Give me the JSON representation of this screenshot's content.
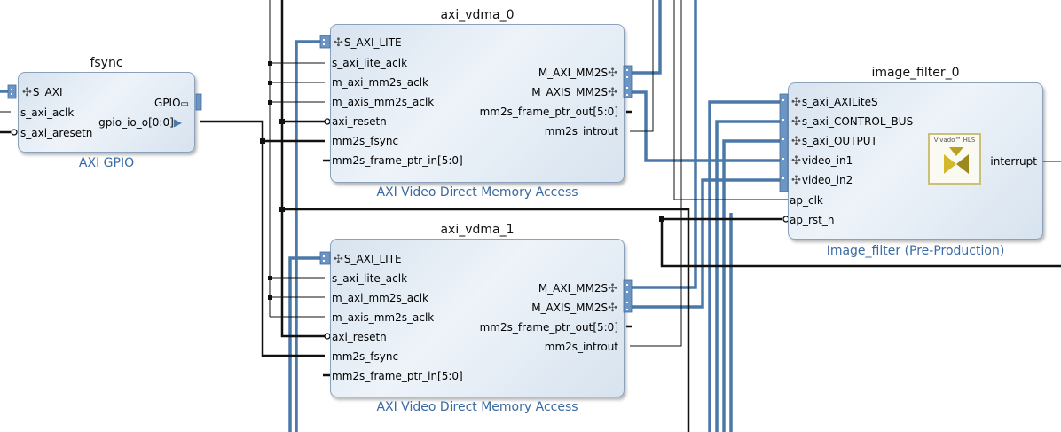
{
  "blocks": {
    "fsync": {
      "title": "fsync",
      "subtitle": "AXI GPIO",
      "pins_in": [
        "S_AXI",
        "s_axi_aclk",
        "s_axi_aresetn"
      ],
      "pins_out": [
        "GPIO",
        "gpio_io_o[0:0]"
      ]
    },
    "vdma0": {
      "title": "axi_vdma_0",
      "subtitle": "AXI Video Direct Memory Access",
      "pins_in": [
        "S_AXI_LITE",
        "s_axi_lite_aclk",
        "m_axi_mm2s_aclk",
        "m_axis_mm2s_aclk",
        "axi_resetn",
        "mm2s_fsync",
        "mm2s_frame_ptr_in[5:0]"
      ],
      "pins_out": [
        "M_AXI_MM2S",
        "M_AXIS_MM2S",
        "mm2s_frame_ptr_out[5:0]",
        "mm2s_introut"
      ]
    },
    "vdma1": {
      "title": "axi_vdma_1",
      "subtitle": "AXI Video Direct Memory Access",
      "pins_in": [
        "S_AXI_LITE",
        "s_axi_lite_aclk",
        "m_axi_mm2s_aclk",
        "m_axis_mm2s_aclk",
        "axi_resetn",
        "mm2s_fsync",
        "mm2s_frame_ptr_in[5:0]"
      ],
      "pins_out": [
        "M_AXI_MM2S",
        "M_AXIS_MM2S",
        "mm2s_frame_ptr_out[5:0]",
        "mm2s_introut"
      ]
    },
    "filter": {
      "title": "image_filter_0",
      "subtitle": "Image_filter (Pre-Production)",
      "pins_in": [
        "s_axi_AXILiteS",
        "s_axi_CONTROL_BUS",
        "s_axi_OUTPUT",
        "video_in1",
        "video_in2",
        "ap_clk",
        "ap_rst_n"
      ],
      "pins_out": [
        "interrupt"
      ],
      "logo_caption": "Vivado™ HLS"
    }
  },
  "colors": {
    "bus": "#4a78a8",
    "wire": "#111111",
    "block_border": "#8aa0bb",
    "subtitle": "#3a6aa2"
  }
}
